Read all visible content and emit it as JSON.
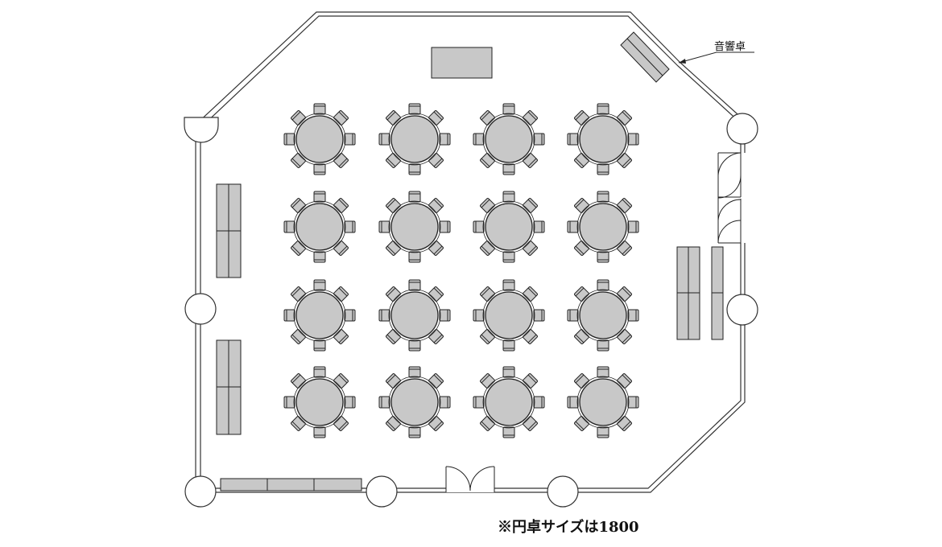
{
  "labels": {
    "sound_desk": "音響卓",
    "note": "※円卓サイズは1800"
  },
  "layout": {
    "round_table_rows": 4,
    "round_table_cols": 4,
    "chairs_per_table": 8
  }
}
